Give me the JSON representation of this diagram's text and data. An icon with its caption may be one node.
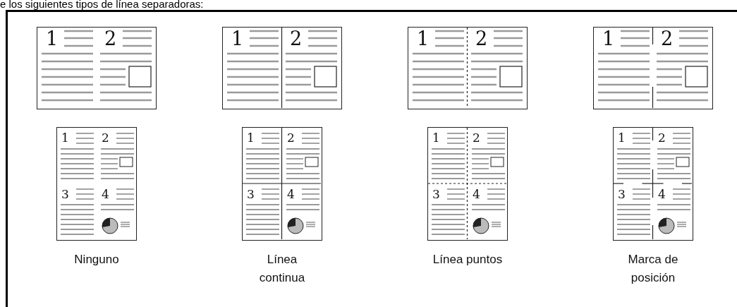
{
  "diagram": {
    "nodes": [
      {
        "text": [
          "1",
          "2"
        ]
      },
      {
        "text": [
          "1",
          "2",
          "3",
          "4"
        ],
        "beside": [
          "Ninguno"
        ]
      },
      {
        "text": [
          "1",
          "2"
        ]
      },
      {
        "text": [
          "1",
          "2",
          "3",
          "4"
        ],
        "beside": [
          "Línea continua"
        ]
      },
      {
        "text": [
          "1",
          "2"
        ]
      },
      {
        "text": [
          "1",
          "2",
          "3",
          "4"
        ],
        "beside": [
          "Línea puntos"
        ]
      },
      {
        "text": [
          "1",
          "2"
        ]
      },
      {
        "text": [
          "1",
          "2",
          "3",
          "4"
        ],
        "beside": [
          "Marca de posición"
        ]
      }
    ],
    "labels": [
      "e los siguientes tipos de línea separadoras:"
    ]
  }
}
